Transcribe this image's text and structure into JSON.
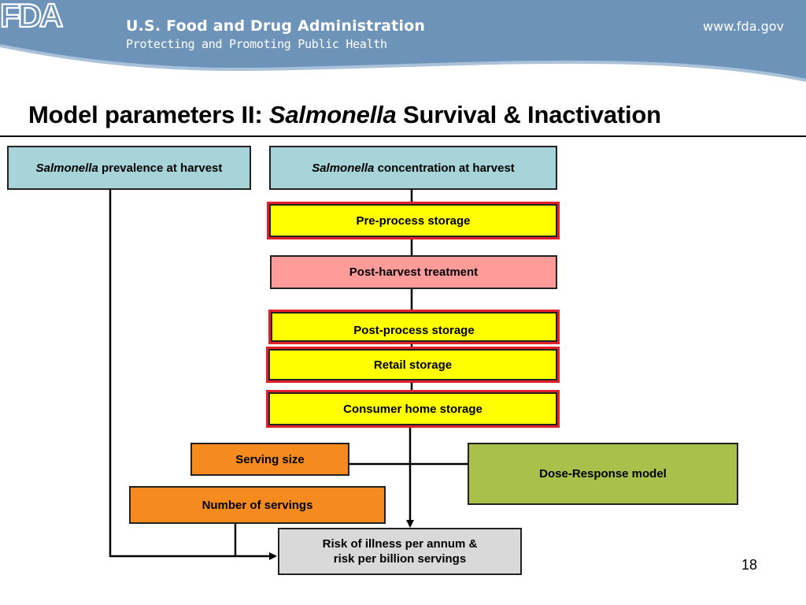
{
  "header": {
    "logo_text": "FDA",
    "agency_name": "U.S. Food and Drug Administration",
    "tagline": "Protecting and Promoting Public Health",
    "url": "www.fda.gov"
  },
  "slide": {
    "title_prefix": "Model parameters II:",
    "title_italic": "Salmonella",
    "title_suffix": "Survival & Inactivation",
    "page_number": "18"
  },
  "diagram": {
    "prevalence": {
      "italic": "Salmonella",
      "text": "prevalence at harvest"
    },
    "concentration": {
      "italic": "Salmonella",
      "text": "concentration at harvest"
    },
    "pre_process": "Pre-process storage",
    "post_harvest": "Post-harvest treatment",
    "post_process": "Post-process storage",
    "retail": "Retail storage",
    "consumer": "Consumer home storage",
    "serving_size": "Serving size",
    "number_servings": "Number of servings",
    "dose_response": "Dose-Response model",
    "risk_line1": "Risk of illness per annum &",
    "risk_line2": "risk per billion servings"
  },
  "colors": {
    "header_blue": "#6d94b8",
    "teal": "#a7d4d8",
    "yellow": "#ffff00",
    "highlight_red": "#e0202a",
    "pink": "#ff9b99",
    "orange": "#f58a1f",
    "green": "#a9c04a",
    "grey": "#d9d9d9"
  }
}
